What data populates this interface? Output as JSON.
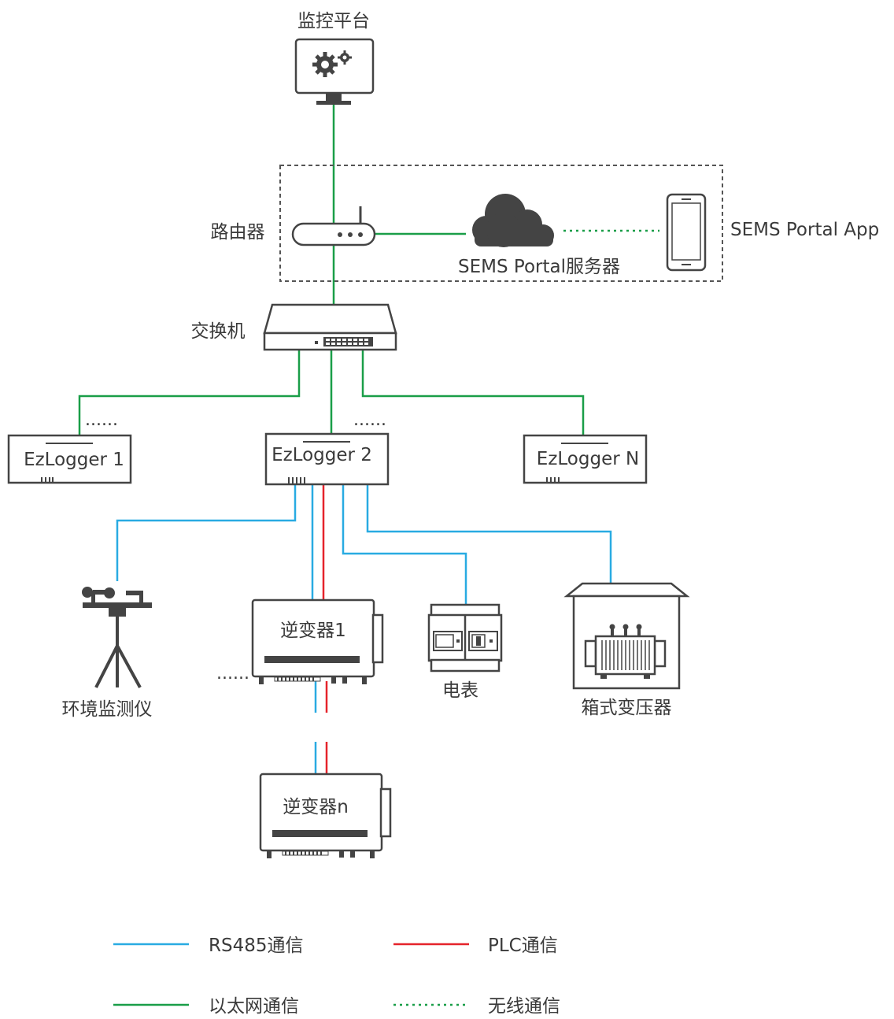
{
  "title": "",
  "nodes": {
    "monitor": "监控平台",
    "router": "路由器",
    "cloud": "SEMS Portal服务器",
    "app": "SEMS Portal App",
    "switch": "交换机",
    "logger1": "EzLogger 1",
    "logger2": "EzLogger 2",
    "loggerN": "EzLogger N",
    "weather": "环境监测仪",
    "inverter1": "逆变器1",
    "inverterN": "逆变器n",
    "meter": "电表",
    "transformer": "箱式变压器",
    "ellipsis": "......"
  },
  "legend": [
    {
      "label": "RS485通信",
      "color": "#29abe2",
      "style": "solid"
    },
    {
      "label": "PLC通信",
      "color": "#e5232b",
      "style": "solid"
    },
    {
      "label": "以太网通信",
      "color": "#1a9e48",
      "style": "solid"
    },
    {
      "label": "无线通信",
      "color": "#1a9e48",
      "style": "dotted"
    }
  ],
  "colors": {
    "rs485": "#29abe2",
    "plc": "#e5232b",
    "ethernet": "#1a9e48",
    "wireless": "#1a9e48",
    "device": "#444444"
  }
}
